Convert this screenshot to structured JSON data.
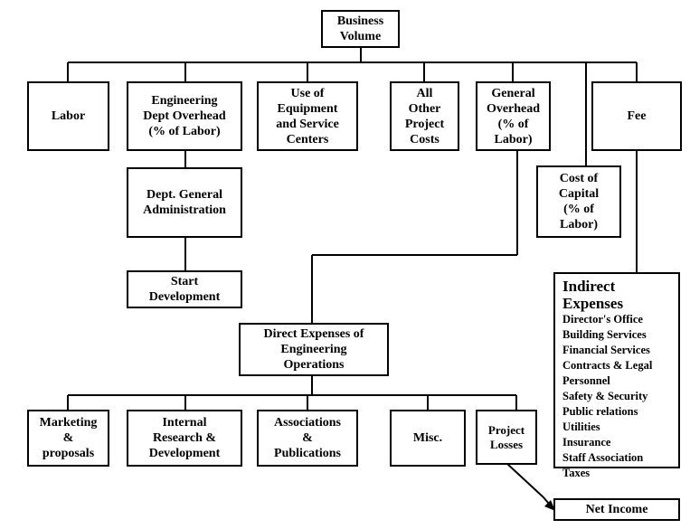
{
  "nodes": {
    "business_volume": "Business\nVolume",
    "labor": "Labor",
    "eng_dept_overhead": "Engineering\nDept Overhead\n(% of Labor)",
    "use_equipment": "Use of\nEquipment\nand Service\nCenters",
    "all_other": "All\nOther\nProject\nCosts",
    "general_overhead": "General\nOverhead\n(% of\nLabor)",
    "fee": "Fee",
    "cost_of_capital": "Cost of\nCapital\n(% of\nLabor)",
    "dept_general_admin": "Dept. General\nAdministration",
    "start_development": "Start\nDevelopment",
    "direct_expenses": "Direct Expenses of\nEngineering\nOperations",
    "marketing": "Marketing\n&\nproposals",
    "internal_research": "Internal\nResearch &\nDevelopment",
    "associations": "Associations\n&\nPublications",
    "misc": "Misc.",
    "project_losses": "Project\nLosses",
    "net_income": "Net Income"
  },
  "indirect_expenses": {
    "title": "Indirect\nExpenses",
    "items": [
      "Director's Office",
      "Building Services",
      "Financial Services",
      "Contracts & Legal",
      "Personnel",
      "Safety & Security",
      "Public relations",
      "Utilities",
      "Insurance",
      "Staff Association",
      "Taxes"
    ]
  }
}
